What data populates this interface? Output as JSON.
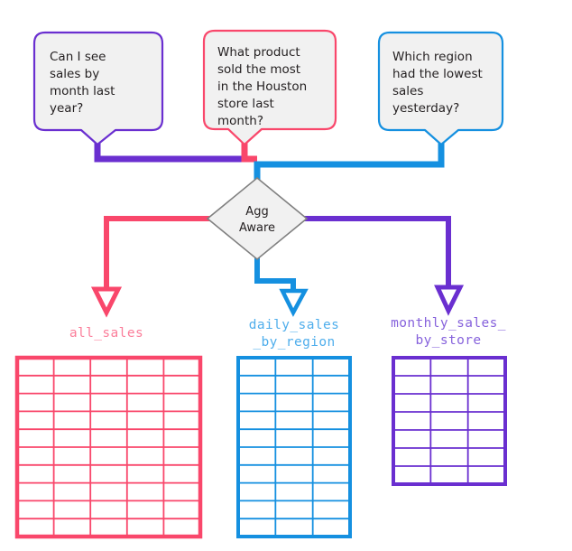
{
  "diagram": {
    "title": "Agg Aware query routing diagram",
    "colors": {
      "purple": "#6A2FD0",
      "pink": "#F9476B",
      "blue": "#1590E0",
      "label_pink": "#FB7E9A",
      "label_blue": "#4FAEEC",
      "label_purple": "#8662DC",
      "bubble_fill": "#F1F1F1",
      "diamond_fill": "#F1F1F1",
      "diamond_stroke": "#808080",
      "text": "#231f20"
    },
    "questions": [
      {
        "id": "question-month-sales",
        "accent": "#6A2FD0",
        "lines": [
          "Can I see",
          "sales by",
          "month last",
          "year?"
        ]
      },
      {
        "id": "question-houston-product",
        "accent": "#F9476B",
        "lines": [
          "What product",
          "sold the most",
          "in the Houston",
          "store last",
          "month?"
        ]
      },
      {
        "id": "question-lowest-region",
        "accent": "#1590E0",
        "lines": [
          "Which region",
          "had the lowest",
          "sales",
          "yesterday?"
        ]
      }
    ],
    "decision": {
      "id": "agg-aware-node",
      "lines": [
        "Agg",
        "Aware"
      ]
    },
    "tables": [
      {
        "id": "table-all-sales",
        "label_lines": [
          "all_sales"
        ],
        "label_color": "#FB7E9A",
        "border_color": "#F9476B",
        "columns": 5,
        "rows": 10
      },
      {
        "id": "table-daily-sales-by-region",
        "label_lines": [
          "daily_sales",
          "_by_region"
        ],
        "label_color": "#4FAEEC",
        "border_color": "#1590E0",
        "columns": 3,
        "rows": 10
      },
      {
        "id": "table-monthly-sales-by-store",
        "label_lines": [
          "monthly_sales_",
          "by_store"
        ],
        "label_color": "#8662DC",
        "border_color": "#6A2FD0",
        "columns": 3,
        "rows": 7
      }
    ]
  }
}
